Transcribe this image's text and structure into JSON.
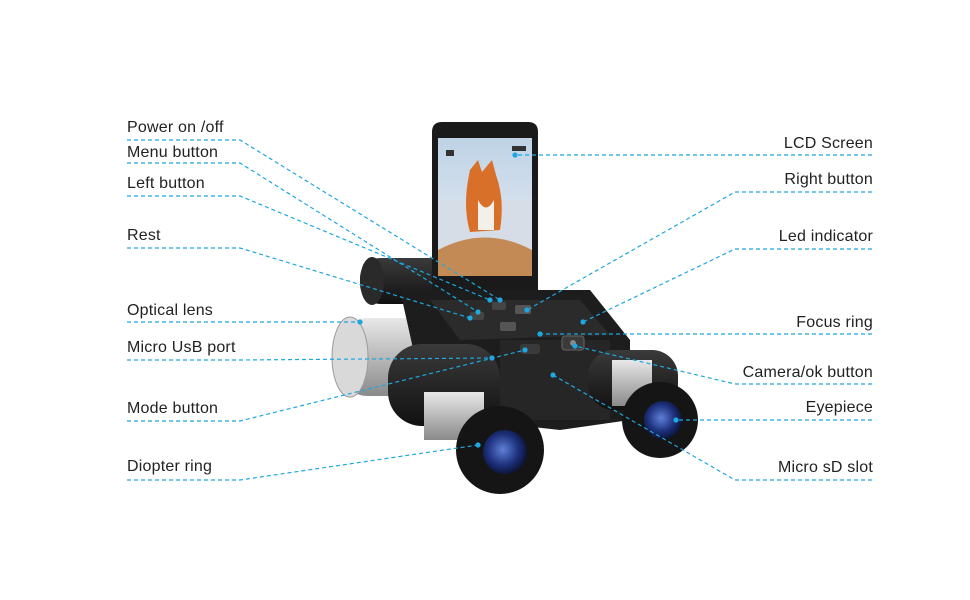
{
  "accent_color": "#1ea7e0",
  "callouts_left": [
    {
      "id": "power",
      "text": "Power on /off"
    },
    {
      "id": "menu",
      "text": "Menu button"
    },
    {
      "id": "left",
      "text": "Left button"
    },
    {
      "id": "rest",
      "text": "Rest"
    },
    {
      "id": "optical",
      "text": "Optical lens"
    },
    {
      "id": "usb",
      "text": "Micro UsB port"
    },
    {
      "id": "mode",
      "text": "Mode button"
    },
    {
      "id": "diopter",
      "text": "Diopter ring"
    }
  ],
  "callouts_right": [
    {
      "id": "lcd",
      "text": "LCD Screen"
    },
    {
      "id": "rightbtn",
      "text": "Right button"
    },
    {
      "id": "led",
      "text": "Led indicator"
    },
    {
      "id": "focus",
      "text": "Focus ring"
    },
    {
      "id": "camera",
      "text": "Camera/ok button"
    },
    {
      "id": "eyepiece",
      "text": "Eyepiece"
    },
    {
      "id": "sd",
      "text": "Micro sD slot"
    }
  ]
}
